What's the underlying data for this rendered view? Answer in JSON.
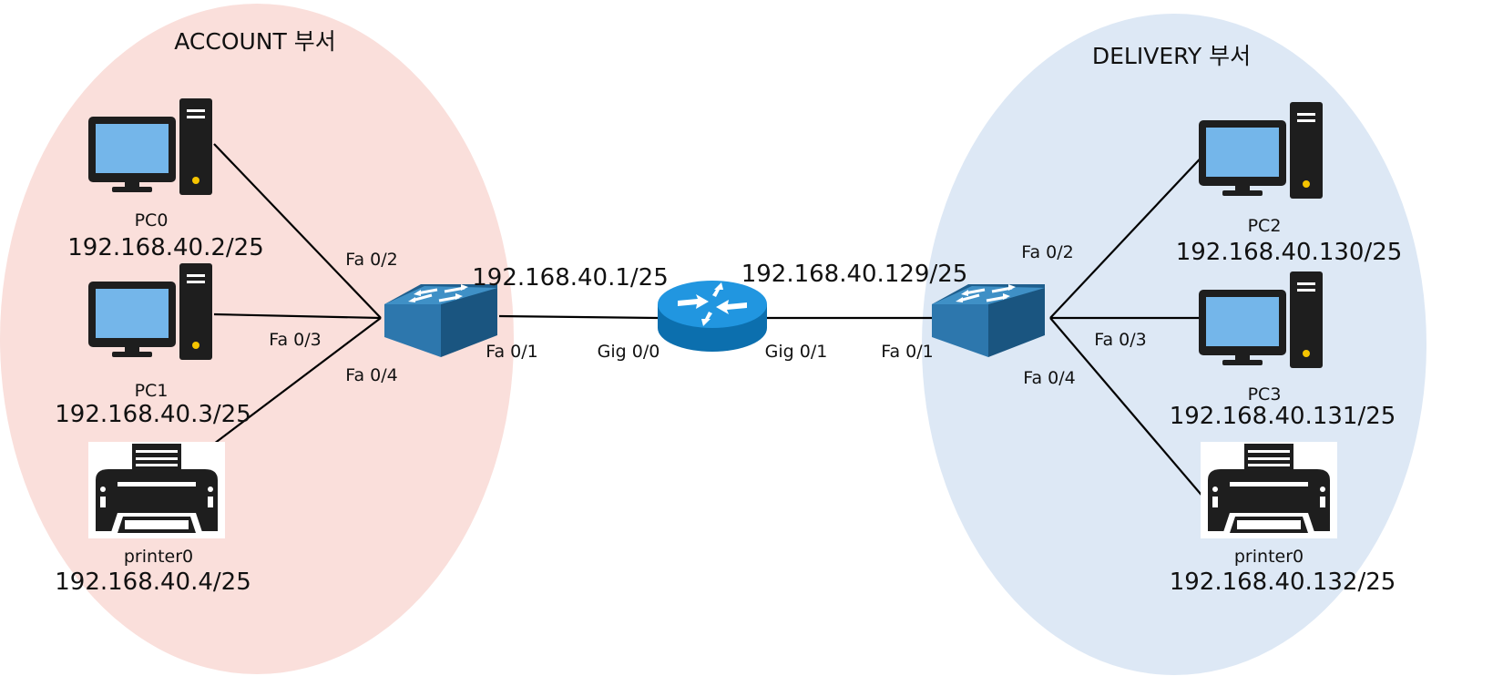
{
  "colors": {
    "account_zone": "#fadfdb",
    "delivery_zone": "#dde8f5",
    "screen": "#74b6ea",
    "device_dark": "#1e1e1e",
    "switch_top": "#3f90c6",
    "switch_side": "#1f5f8e",
    "router_top": "#2196e0",
    "router_side": "#0c6fae",
    "indicator": "#f5c400"
  },
  "zones": {
    "account": {
      "title": "ACCOUNT 부서"
    },
    "delivery": {
      "title": "DELIVERY 부서"
    }
  },
  "devices": {
    "pc0": {
      "name": "PC0",
      "ip": "192.168.40.2/25",
      "icon": "desktop-pc-icon"
    },
    "pc1": {
      "name": "PC1",
      "ip": "192.168.40.3/25",
      "icon": "desktop-pc-icon"
    },
    "printer_left": {
      "name": "printer0",
      "ip": "192.168.40.4/25",
      "icon": "printer-icon"
    },
    "pc2": {
      "name": "PC2",
      "ip": "192.168.40.130/25",
      "icon": "desktop-pc-icon"
    },
    "pc3": {
      "name": "PC3",
      "ip": "192.168.40.131/25",
      "icon": "desktop-pc-icon"
    },
    "printer_right": {
      "name": "printer0",
      "ip": "192.168.40.132/25",
      "icon": "printer-icon"
    },
    "switch_left": {
      "icon": "switch-icon"
    },
    "switch_right": {
      "icon": "switch-icon"
    },
    "router": {
      "icon": "router-icon"
    }
  },
  "interfaces": {
    "sw_left_fa02": "Fa 0/2",
    "sw_left_fa03": "Fa 0/3",
    "sw_left_fa04": "Fa 0/4",
    "sw_left_fa01": "Fa 0/1",
    "router_gig00": "Gig 0/0",
    "router_gig01": "Gig 0/1",
    "sw_right_fa01": "Fa 0/1",
    "sw_right_fa02": "Fa 0/2",
    "sw_right_fa03": "Fa 0/3",
    "sw_right_fa04": "Fa 0/4"
  },
  "gateways": {
    "left": "192.168.40.1/25",
    "right": "192.168.40.129/25"
  }
}
